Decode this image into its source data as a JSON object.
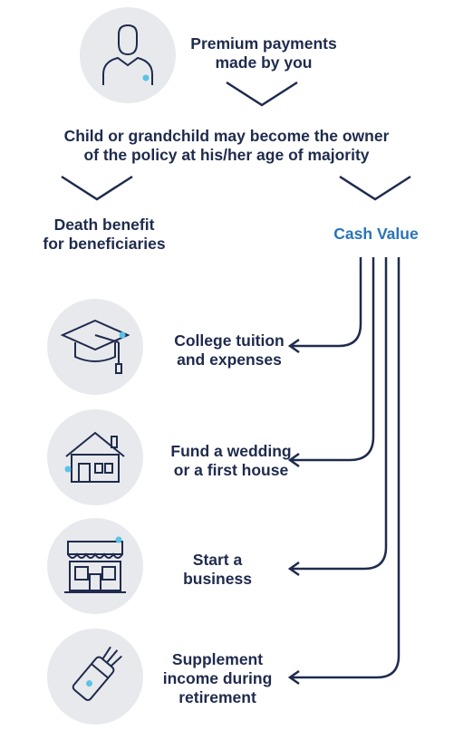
{
  "premium": {
    "line1": "Premium payments",
    "line2": "made by you"
  },
  "ownership": {
    "line1": "Child or grandchild may become the owner",
    "line2": "of the policy at his/her age of majority"
  },
  "death_benefit": {
    "line1": "Death benefit",
    "line2": "for beneficiaries"
  },
  "cash_value": {
    "label": "Cash Value"
  },
  "uses": [
    {
      "lines": [
        "College tuition",
        "and expenses"
      ],
      "icon": "graduation-cap-icon"
    },
    {
      "lines": [
        "Fund a wedding",
        "or a first house"
      ],
      "icon": "house-icon"
    },
    {
      "lines": [
        "Start a",
        "business"
      ],
      "icon": "storefront-icon"
    },
    {
      "lines": [
        "Supplement",
        "income during",
        "retirement"
      ],
      "icon": "golf-bag-icon"
    }
  ],
  "colors": {
    "navy": "#1f2b4d",
    "accent_blue": "#2a73b6",
    "dot_blue": "#5bc2e7",
    "circle_bg": "#e8e9ec"
  }
}
